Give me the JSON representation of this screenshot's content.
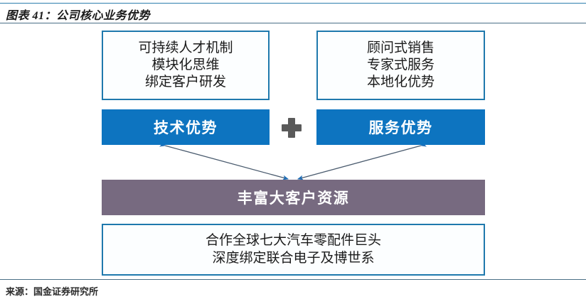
{
  "title": "图表 41：公司核心业务优势",
  "source": "来源：国金证券研究所",
  "colors": {
    "accent_blue": "#0d74c0",
    "border_blue": "#1f79ad",
    "mauve": "#776a80",
    "rule": "#4a6f86",
    "text_dark": "#1b1b1b",
    "text_light": "#ffffff"
  },
  "diagram": {
    "type": "flow",
    "operator": "+",
    "nodes": {
      "tech_factors": {
        "label": "可持续人才机制\n模块化思维\n绑定客户研发",
        "style": "outline"
      },
      "service_factors": {
        "label": "顾问式销售\n专家式服务\n本地化优势",
        "style": "outline"
      },
      "tech_advantage": {
        "label": "技术优势",
        "style": "blue"
      },
      "service_advantage": {
        "label": "服务优势",
        "style": "blue"
      },
      "customer_resource": {
        "label": "丰富大客户资源",
        "style": "mauve"
      },
      "partners": {
        "label": "合作全球七大汽车零配件巨头\n深度绑定联合电子及博世系",
        "style": "outline"
      }
    },
    "connectors": [
      {
        "from": "tech_advantage",
        "to": "customer_resource",
        "arrow": "double"
      },
      {
        "from": "service_advantage",
        "to": "customer_resource",
        "arrow": "double"
      }
    ]
  }
}
